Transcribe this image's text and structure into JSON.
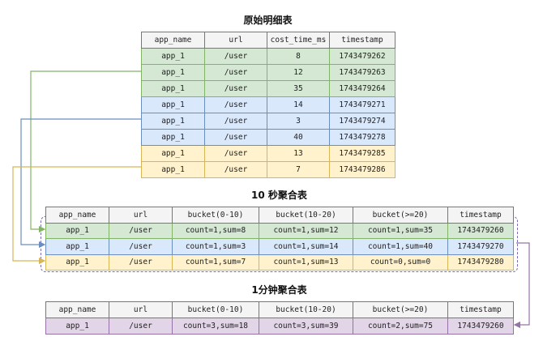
{
  "raw_table": {
    "title": "原始明细表",
    "headers": [
      "app_name",
      "url",
      "cost_time_ms",
      "timestamp"
    ],
    "rows": [
      {
        "app": "app_1",
        "url": "/user",
        "cost": "8",
        "ts": "1743479262",
        "group": "green"
      },
      {
        "app": "app_1",
        "url": "/user",
        "cost": "12",
        "ts": "1743479263",
        "group": "green"
      },
      {
        "app": "app_1",
        "url": "/user",
        "cost": "35",
        "ts": "1743479264",
        "group": "green"
      },
      {
        "app": "app_1",
        "url": "/user",
        "cost": "14",
        "ts": "1743479271",
        "group": "blue"
      },
      {
        "app": "app_1",
        "url": "/user",
        "cost": "3",
        "ts": "1743479274",
        "group": "blue"
      },
      {
        "app": "app_1",
        "url": "/user",
        "cost": "40",
        "ts": "1743479278",
        "group": "blue"
      },
      {
        "app": "app_1",
        "url": "/user",
        "cost": "13",
        "ts": "1743479285",
        "group": "yellow"
      },
      {
        "app": "app_1",
        "url": "/user",
        "cost": "7",
        "ts": "1743479286",
        "group": "yellow"
      }
    ]
  },
  "agg10s_table": {
    "title": "10 秒聚合表",
    "headers": [
      "app_name",
      "url",
      "bucket(0-10)",
      "bucket(10-20)",
      "bucket(>=20)",
      "timestamp"
    ],
    "rows": [
      {
        "app": "app_1",
        "url": "/user",
        "b1": "count=1,sum=8",
        "b2": "count=1,sum=12",
        "b3": "count=1,sum=35",
        "ts": "1743479260",
        "group": "green"
      },
      {
        "app": "app_1",
        "url": "/user",
        "b1": "count=1,sum=3",
        "b2": "count=1,sum=14",
        "b3": "count=1,sum=40",
        "ts": "1743479270",
        "group": "blue"
      },
      {
        "app": "app_1",
        "url": "/user",
        "b1": "count=1,sum=7",
        "b2": "count=1,sum=13",
        "b3": "count=0,sum=0",
        "ts": "1743479280",
        "group": "yellow"
      }
    ]
  },
  "agg1m_table": {
    "title": "1分钟聚合表",
    "headers": [
      "app_name",
      "url",
      "bucket(0-10)",
      "bucket(10-20)",
      "bucket(>=20)",
      "timestamp"
    ],
    "rows": [
      {
        "app": "app_1",
        "url": "/user",
        "b1": "count=3,sum=18",
        "b2": "count=3,sum=39",
        "b3": "count=2,sum=75",
        "ts": "1743479260",
        "group": "purple"
      }
    ]
  },
  "colors": {
    "green": "#82b366",
    "blue": "#6c8ebf",
    "yellow": "#d6b656",
    "purple": "#9673a6"
  }
}
